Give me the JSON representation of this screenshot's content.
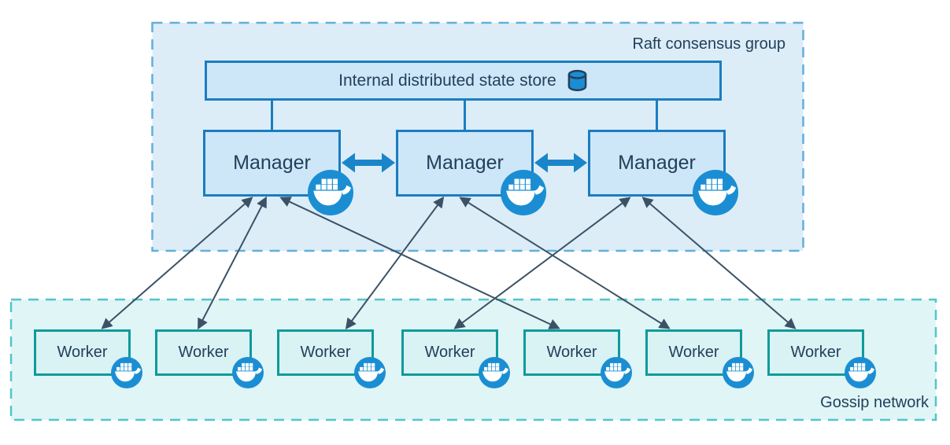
{
  "diagram": {
    "raft_group": {
      "label": "Raft consensus group"
    },
    "store": {
      "label": "Internal distributed state store",
      "icon": "database-icon"
    },
    "managers": [
      {
        "id": "manager-1",
        "label": "Manager"
      },
      {
        "id": "manager-2",
        "label": "Manager"
      },
      {
        "id": "manager-3",
        "label": "Manager"
      }
    ],
    "workers": [
      {
        "id": "worker-1",
        "label": "Worker"
      },
      {
        "id": "worker-2",
        "label": "Worker"
      },
      {
        "id": "worker-3",
        "label": "Worker"
      },
      {
        "id": "worker-4",
        "label": "Worker"
      },
      {
        "id": "worker-5",
        "label": "Worker"
      },
      {
        "id": "worker-6",
        "label": "Worker"
      },
      {
        "id": "worker-7",
        "label": "Worker"
      }
    ],
    "gossip_group": {
      "label": "Gossip network"
    },
    "connections": [
      {
        "from": "manager-1",
        "to": "worker-1",
        "style": "double-headed"
      },
      {
        "from": "manager-1",
        "to": "worker-2",
        "style": "double-headed"
      },
      {
        "from": "manager-1",
        "to": "worker-5",
        "style": "double-headed"
      },
      {
        "from": "manager-2",
        "to": "worker-3",
        "style": "double-headed"
      },
      {
        "from": "manager-2",
        "to": "worker-6",
        "style": "double-headed"
      },
      {
        "from": "manager-3",
        "to": "worker-4",
        "style": "double-headed"
      },
      {
        "from": "manager-3",
        "to": "worker-7",
        "style": "double-headed"
      }
    ],
    "manager_peer_links": [
      [
        "manager-1",
        "manager-2"
      ],
      [
        "manager-2",
        "manager-3"
      ]
    ],
    "store_links": [
      "manager-1",
      "manager-2",
      "manager-3"
    ],
    "colors": {
      "raft_fill": "#dcedf8",
      "raft_border": "#63aedb",
      "gossip_fill": "#e0f5f6",
      "gossip_border": "#52c5c9",
      "blue_box_fill": "#cde7f8",
      "blue_box_border": "#1a7dc0",
      "teal_box_fill": "#d9f2f3",
      "teal_box_border": "#109a9b",
      "docker_blue": "#1b8ed3",
      "arrow": "#3b5266",
      "peer_arrow": "#1a86c9",
      "text": "#22405c"
    }
  }
}
